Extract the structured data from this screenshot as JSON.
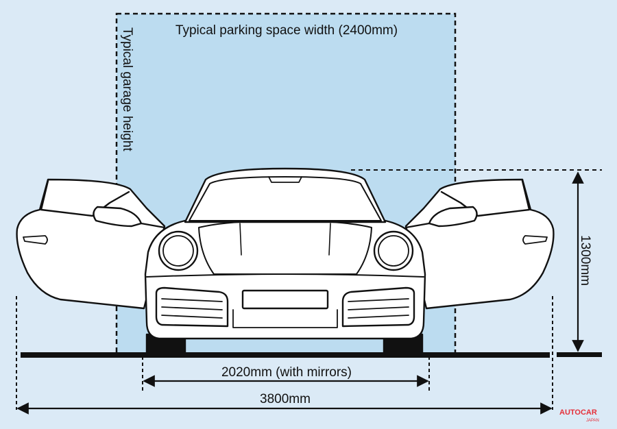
{
  "labels": {
    "parking_width": "Typical parking space width (2400mm)",
    "garage_height": "Typical garage height",
    "car_height": "1300mm",
    "width_with_mirrors": "2020mm (with mirrors)",
    "doors_open_width": "3800mm"
  },
  "watermark": {
    "brand": "AUTOCAR",
    "region": "JAPAN"
  },
  "colors": {
    "background": "#dbeaf6",
    "parking_space_fill": "#bcdcf0",
    "line": "#111111",
    "watermark": "#e5303a"
  }
}
